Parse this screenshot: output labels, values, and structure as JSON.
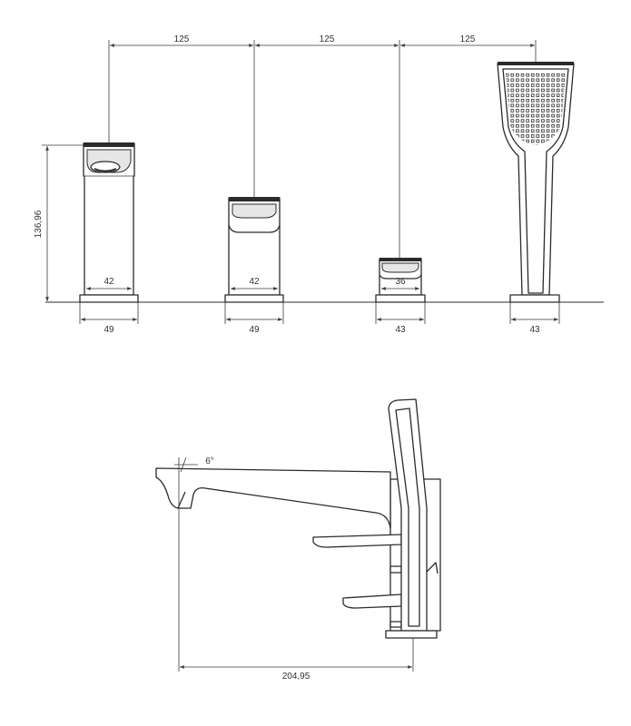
{
  "dimensions": {
    "spacing": [
      "125",
      "125",
      "125"
    ],
    "height": "136,96",
    "inner_widths": [
      "42",
      "42",
      "36"
    ],
    "base_widths": [
      "49",
      "49",
      "43",
      "43"
    ],
    "angle": "6°",
    "reach": "204,95"
  }
}
